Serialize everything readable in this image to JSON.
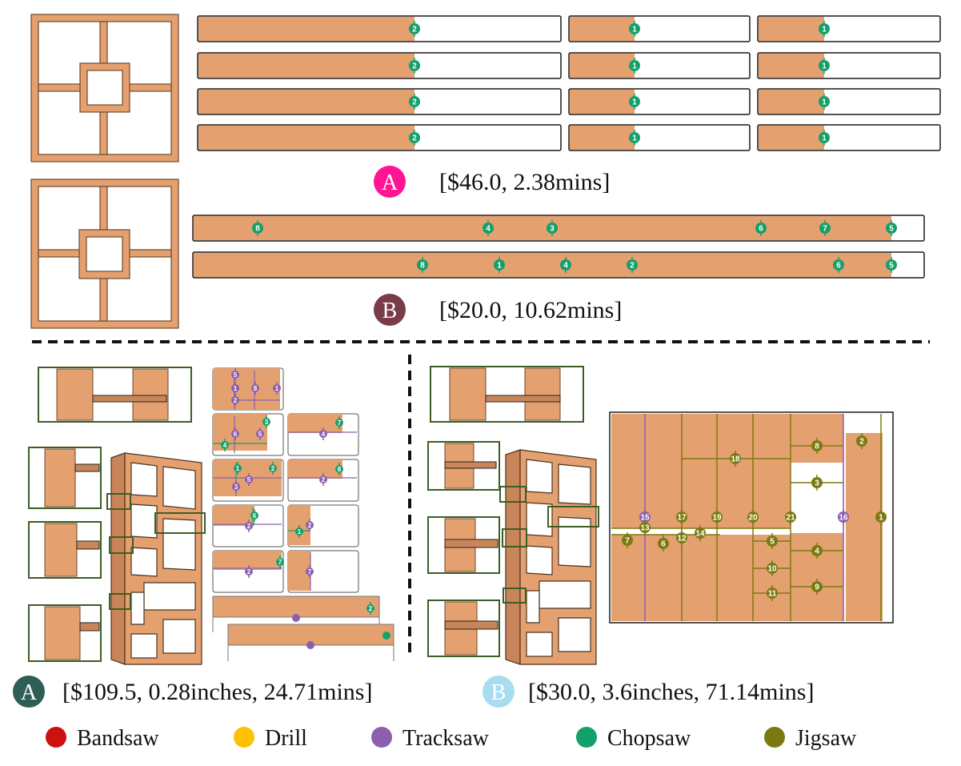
{
  "colors": {
    "wood": "#e4a06f",
    "wood_edge": "#6b4a2e",
    "board_outline": "#1a1a1a",
    "chopsaw": "#14a06a",
    "tracksaw": "#8c5fae",
    "jigsaw": "#7b7a12",
    "bandsaw": "#cc1111",
    "drill": "#ffc000",
    "zoom_frame": "#3b5e25",
    "badge_top_a": "#ff1493",
    "badge_top_b": "#7a3b4a",
    "badge_bottom_a": "#2e5e55",
    "badge_bottom_b": "#a8ddf0"
  },
  "top": {
    "a": {
      "badge": "A",
      "summary": "[$46.0, 2.38mins]",
      "rows": [
        [
          "2",
          "1",
          "1"
        ],
        [
          "2",
          "1",
          "1"
        ],
        [
          "2",
          "1",
          "1"
        ],
        [
          "2",
          "1",
          "1"
        ]
      ]
    },
    "b": {
      "badge": "B",
      "summary": "[$20.0, 10.62mins]",
      "rows": [
        [
          "8",
          "4",
          "3",
          "6",
          "7",
          "5"
        ],
        [
          "8",
          "1",
          "4",
          "2",
          "6",
          "5"
        ]
      ]
    }
  },
  "bottom": {
    "a": {
      "badge": "A",
      "summary": "[$109.5, 0.28inches, 24.71mins]",
      "labels": [
        "5",
        "1",
        "8",
        "1",
        "2",
        "3",
        "6",
        "5",
        "4",
        "7",
        "4",
        "1",
        "2",
        "5",
        "3",
        "8",
        "2",
        "6",
        "2",
        "1",
        "2",
        "7",
        "2",
        "7",
        "2"
      ]
    },
    "b": {
      "badge": "B",
      "summary": "[$30.0, 3.6inches, 71.14mins]",
      "labels": [
        "2",
        "8",
        "18",
        "3",
        "15",
        "17",
        "19",
        "20",
        "21",
        "16",
        "1",
        "13",
        "7",
        "6",
        "12",
        "14",
        "5",
        "4",
        "10",
        "9",
        "11"
      ]
    }
  },
  "legend": [
    {
      "label": "Bandsaw",
      "color": "#cc1111"
    },
    {
      "label": "Drill",
      "color": "#ffc000"
    },
    {
      "label": "Tracksaw",
      "color": "#8c5fae"
    },
    {
      "label": "Chopsaw",
      "color": "#14a06a"
    },
    {
      "label": "Jigsaw",
      "color": "#7b7a12"
    }
  ]
}
